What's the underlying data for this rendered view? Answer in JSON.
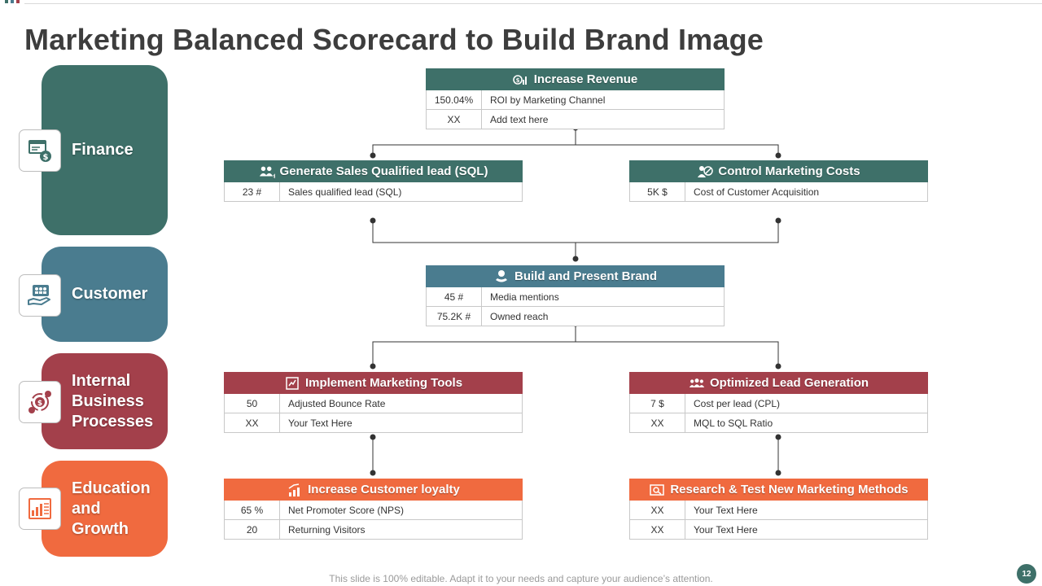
{
  "title": "Marketing Balanced Scorecard to Build Brand Image",
  "pillars": [
    {
      "label": "Finance",
      "color": "#3e7069",
      "icon": "money-screen-icon"
    },
    {
      "label": "Customer",
      "color": "#4a7c8f",
      "icon": "hand-people-icon"
    },
    {
      "label": "Internal\nBusiness\nProcesses",
      "color": "#a3404b",
      "icon": "dollar-cycle-icon"
    },
    {
      "label": "Education\nand\nGrowth",
      "color": "#f06a3f",
      "icon": "growth-chart-icon"
    }
  ],
  "cards": {
    "increase_revenue": {
      "title": "Increase Revenue",
      "icon": "revenue-icon",
      "rows": [
        {
          "value": "150.04%",
          "desc": "ROI by Marketing Channel"
        },
        {
          "value": "XX",
          "desc": "Add text here"
        }
      ]
    },
    "generate_sql": {
      "title": "Generate Sales Qualified lead (SQL)",
      "icon": "leads-icon",
      "rows": [
        {
          "value": "23 #",
          "desc": "Sales qualified lead (SQL)"
        }
      ]
    },
    "control_costs": {
      "title": "Control Marketing Costs",
      "icon": "cost-control-icon",
      "rows": [
        {
          "value": "5K $",
          "desc": "Cost of Customer Acquisition"
        }
      ]
    },
    "build_brand": {
      "title": "Build and Present Brand",
      "icon": "brand-icon",
      "rows": [
        {
          "value": "45 #",
          "desc": "Media mentions"
        },
        {
          "value": "75.2K #",
          "desc": "Owned reach"
        }
      ]
    },
    "marketing_tools": {
      "title": "Implement Marketing Tools",
      "icon": "tools-icon",
      "rows": [
        {
          "value": "50",
          "desc": "Adjusted Bounce Rate"
        },
        {
          "value": "XX",
          "desc": "Your Text Here"
        }
      ]
    },
    "lead_generation": {
      "title": "Optimized Lead Generation",
      "icon": "people-group-icon",
      "rows": [
        {
          "value": "7 $",
          "desc": "Cost per lead (CPL)"
        },
        {
          "value": "XX",
          "desc": "MQL to SQL Ratio"
        }
      ]
    },
    "customer_loyalty": {
      "title": "Increase Customer loyalty",
      "icon": "loyalty-chart-icon",
      "rows": [
        {
          "value": "65 %",
          "desc": "Net Promoter Score (NPS)"
        },
        {
          "value": "20",
          "desc": "Returning Visitors"
        }
      ]
    },
    "research_test": {
      "title": "Research & Test New Marketing Methods",
      "icon": "research-icon",
      "rows": [
        {
          "value": "XX",
          "desc": "Your Text Here"
        },
        {
          "value": "XX",
          "desc": "Your Text Here"
        }
      ]
    }
  },
  "footer": "This slide is 100% editable. Adapt it to your needs and capture your audience’s attention.",
  "page_number": "12",
  "colors": {
    "teal": "#3e7069",
    "blue": "#4a7c8f",
    "red": "#a3404b",
    "orange": "#f06a3f",
    "connector": "#333333"
  }
}
